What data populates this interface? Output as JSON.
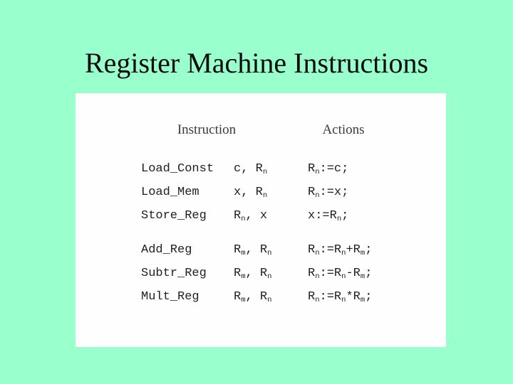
{
  "slide": {
    "title": "Register Machine Instructions",
    "colors": {
      "background": "#99FFCC",
      "panel": "#FEFEFE",
      "title_text": "#0B0B0B",
      "header_text": "#3A3A3A",
      "table_text": "#1F1F1F"
    }
  },
  "table": {
    "headers": {
      "instruction": "Instruction",
      "actions": "Actions"
    },
    "rows": [
      {
        "name": "Load_Const",
        "operands": "c, R{n}",
        "action": "R{n}:=c;"
      },
      {
        "name": "Load_Mem",
        "operands": "x, R{n}",
        "action": "R{n}:=x;"
      },
      {
        "name": "Store_Reg",
        "operands": "R{n}, x",
        "action": "x:=R{n};"
      },
      {
        "name": "Add_Reg",
        "operands": "R{m}, R{n}",
        "action": "R{n}:=R{n}+R{m};"
      },
      {
        "name": "Subtr_Reg",
        "operands": "R{m}, R{n}",
        "action": "R{n}:=R{n}-R{m};"
      },
      {
        "name": "Mult_Reg",
        "operands": "R{m}, R{n}",
        "action": "R{n}:=R{n}*R{m};"
      }
    ]
  }
}
